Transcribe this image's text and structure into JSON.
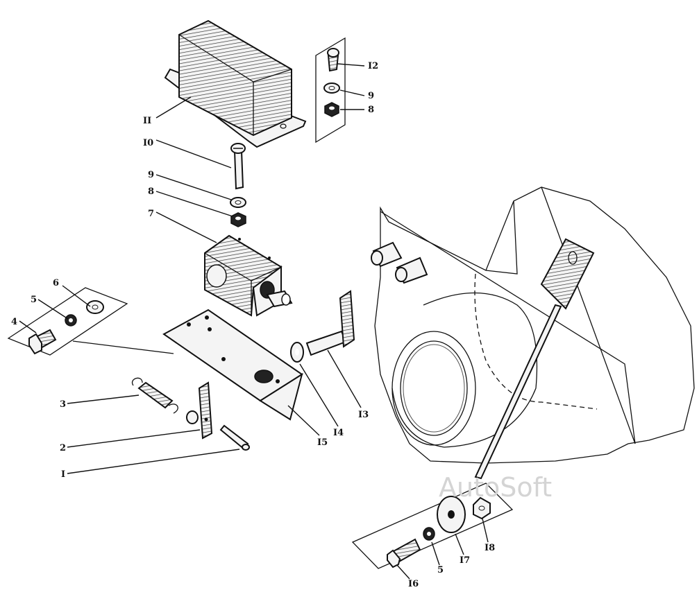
{
  "callouts": {
    "c1": "I",
    "c2": "2",
    "c3": "3",
    "c4": "4",
    "c5a": "5",
    "c6": "6",
    "c7": "7",
    "c8a": "8",
    "c9a": "9",
    "c10": "I0",
    "c11": "II",
    "c12": "I2",
    "c9b": "9",
    "c8b": "8",
    "c13": "I3",
    "c14": "I4",
    "c15": "I5",
    "c16": "I6",
    "c5b": "5",
    "c17": "I7",
    "c18": "I8"
  },
  "watermark": "AutoSoft"
}
